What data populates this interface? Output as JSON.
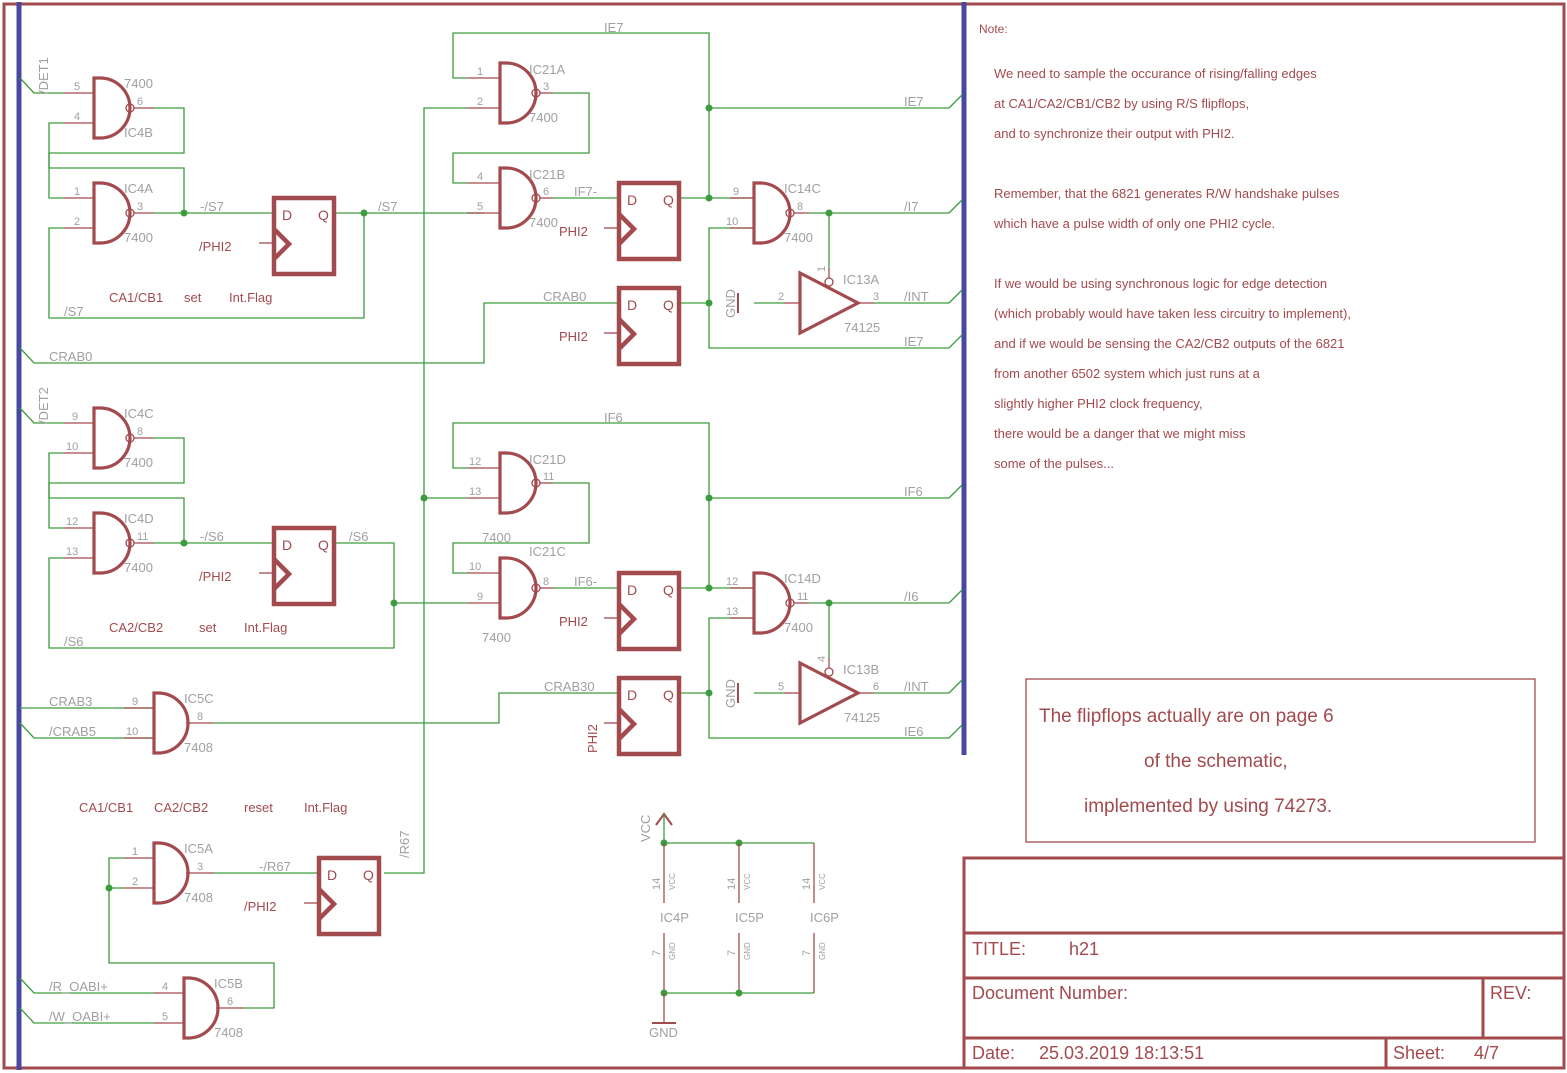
{
  "note": {
    "heading": "Note:",
    "lines": [
      "We need to sample the occurance of rising/falling edges",
      "at CA1/CA2/CB1/CB2 by using R/S flipflops,",
      "and to synchronize their output with PHI2.",
      "",
      "Remember, that the 6821 generates R/W handshake pulses",
      "which have a pulse width of only one PHI2 cycle.",
      "",
      "If we would be using synchronous logic for edge detection",
      "(which probably would have taken less circuitry to implement),",
      "and if we would be sensing the CA2/CB2 outputs of the 6821",
      "from another 6502 system which just runs at a",
      "slightly higher PHI2 clock frequency,",
      "there would be a danger that we might miss",
      "some of the pulses..."
    ]
  },
  "callout": {
    "lines": [
      "The flipflops actually are on page 6",
      "of the schematic,",
      "implemented by using 74273."
    ]
  },
  "title_block": {
    "title_label": "TITLE:",
    "title_value": "h21",
    "docnum_label": "Document Number:",
    "rev_label": "REV:",
    "date_label": "Date:",
    "date_value": "25.03.2019 18:13:51",
    "sheet_label": "Sheet:",
    "sheet_value": "4/7"
  },
  "captions": {
    "ca1_set": [
      "CA1/CB1",
      "set",
      "Int.Flag"
    ],
    "ca2_set": [
      "CA2/CB2",
      "set",
      "Int.Flag"
    ],
    "reset": [
      "CA1/CB1",
      "CA2/CB2",
      "reset",
      "Int.Flag"
    ]
  },
  "nets": {
    "det1": "/DET1",
    "det2": "/DET2",
    "ns7": "-/S7",
    "s7": "/S7",
    "s7b": "/S7",
    "ns6": "-/S6",
    "s6": "/S6",
    "s6b": "/S6",
    "crab0": "CRAB0",
    "crab0b": "CRAB0",
    "crab3": "CRAB3",
    "ncrab5": "/CRAB5",
    "crab30": "CRAB30",
    "ie7a": "IE7",
    "ie7b": "IE7",
    "ie7m": "IF7-",
    "ie7c": "IE7",
    "ie6a": "IF6",
    "ie6b": "IF6",
    "ie6m": "IF6-",
    "ie6c": "IE6",
    "i7": "/I7",
    "i6": "/I6",
    "int1": "/INT",
    "int2": "/INT",
    "nr67": "-/R67",
    "r67": "/R67",
    "roabi": "/R_OABI+",
    "woabi": "/W_OABI+",
    "vcc": "VCC",
    "gnd": "GND",
    "gnd1": "GND",
    "gnd2": "GND"
  },
  "gates": {
    "ic4b": {
      "name": "IC4B",
      "type": "7400",
      "pins": [
        "5",
        "4",
        "6"
      ]
    },
    "ic4a": {
      "name": "IC4A",
      "type": "7400",
      "pins": [
        "1",
        "2",
        "3"
      ]
    },
    "ic4c": {
      "name": "IC4C",
      "type": "7400",
      "pins": [
        "9",
        "10",
        "8"
      ]
    },
    "ic4d": {
      "name": "IC4D",
      "type": "7400",
      "pins": [
        "12",
        "13",
        "11"
      ]
    },
    "ic21a": {
      "name": "IC21A",
      "type": "7400",
      "pins": [
        "1",
        "2",
        "3"
      ]
    },
    "ic21b": {
      "name": "IC21B",
      "type": "7400",
      "pins": [
        "4",
        "5",
        "6"
      ]
    },
    "ic21d": {
      "name": "IC21D",
      "type": "7400",
      "pins": [
        "12",
        "13",
        "11"
      ]
    },
    "ic21c": {
      "name": "IC21C",
      "type": "7400",
      "pins": [
        "10",
        "9",
        "8"
      ]
    },
    "ic14c": {
      "name": "IC14C",
      "type": "7400",
      "pins": [
        "9",
        "10",
        "8"
      ]
    },
    "ic14d": {
      "name": "IC14D",
      "type": "7400",
      "pins": [
        "12",
        "13",
        "11"
      ]
    },
    "ic5c": {
      "name": "IC5C",
      "type": "7408",
      "pins": [
        "9",
        "10",
        "8"
      ]
    },
    "ic5a": {
      "name": "IC5A",
      "type": "7408",
      "pins": [
        "1",
        "2",
        "3"
      ]
    },
    "ic5b": {
      "name": "IC5B",
      "type": "7408",
      "pins": [
        "4",
        "5",
        "6"
      ]
    },
    "ic13a": {
      "name": "IC13A",
      "type": "74125",
      "pins": [
        "2",
        "3",
        "1"
      ]
    },
    "ic13b": {
      "name": "IC13B",
      "type": "74125",
      "pins": [
        "5",
        "6",
        "4"
      ]
    }
  },
  "flipflops": {
    "d": "D",
    "q": "Q",
    "clk_nphi2": "/PHI2",
    "clk_phi2": "PHI2"
  },
  "power": {
    "parts": [
      "IC4P",
      "IC5P",
      "IC6P"
    ],
    "vcc_pin": "14",
    "gnd_pin": "7",
    "vcc_name": "VCC",
    "gnd_name": "GND"
  }
}
